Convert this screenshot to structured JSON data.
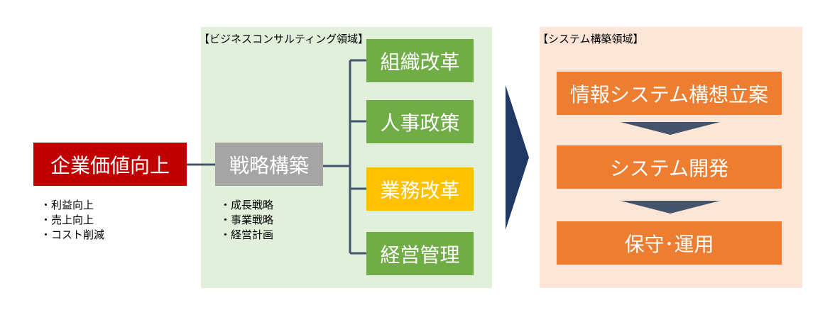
{
  "main_goal": {
    "label": "企業価値向上",
    "bullets": [
      "・利益向上",
      "・売上向上",
      "・コスト削減"
    ]
  },
  "consulting_area": {
    "title": "【ビジネスコンサルティング領域】",
    "strategy": {
      "label": "戦略構築",
      "bullets": [
        "・成長戦略",
        "・事業戦略",
        "・経営計画"
      ]
    },
    "items": [
      {
        "label": "組織改革"
      },
      {
        "label": "人事政策"
      },
      {
        "label": "業務改革"
      },
      {
        "label": "経営管理"
      }
    ]
  },
  "system_area": {
    "title": "【システム構築領域】",
    "steps": [
      {
        "label": "情報システム構想立案"
      },
      {
        "label": "システム開発"
      },
      {
        "label": "保守･運用"
      }
    ]
  },
  "colors": {
    "main_red": "#c00000",
    "strategy_gray": "#a5a5a5",
    "item_green": "#70ad47",
    "item_highlight_yellow": "#ffc000",
    "step_orange": "#ed7d31",
    "connector_navy": "#44546a",
    "big_arrow_navy": "#1f3864",
    "panel_green": "#e2efda",
    "panel_orange": "#fbe5d6"
  }
}
